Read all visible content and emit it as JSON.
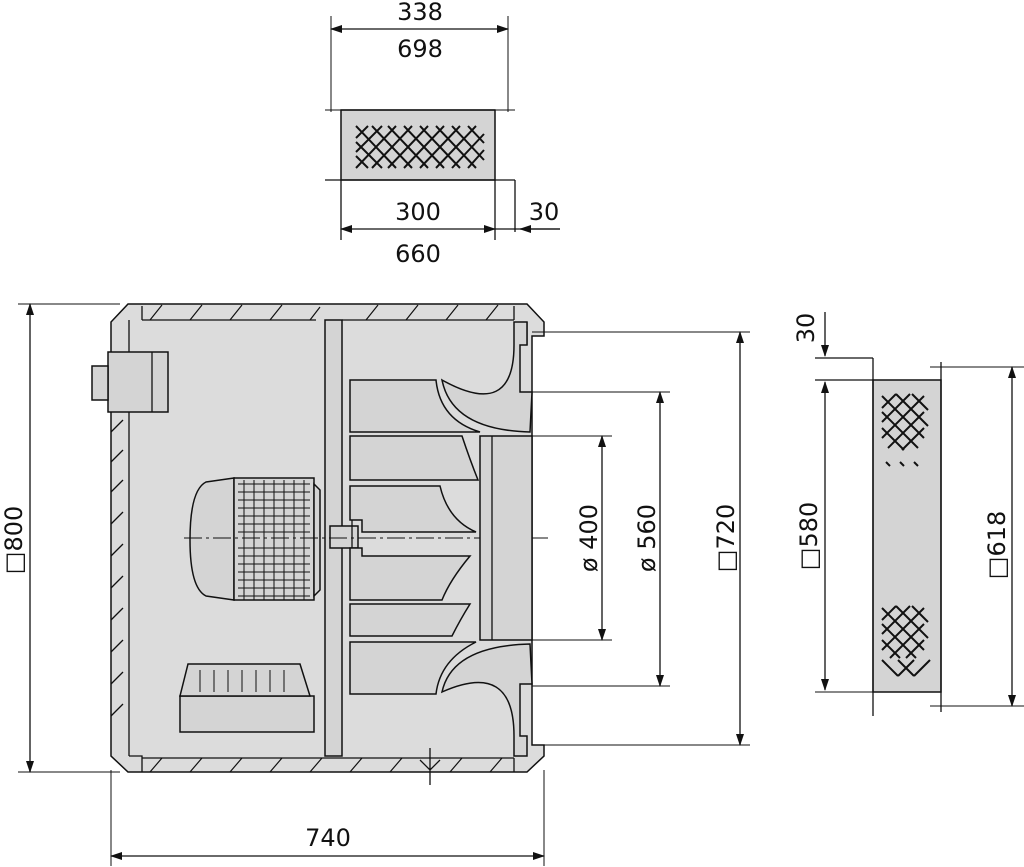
{
  "dimensions": {
    "top_width_inner": "338",
    "top_width_outer": "698",
    "top_depth_inner": "300",
    "top_flange": "30",
    "top_depth_outer": "660",
    "housing_height": "□800",
    "housing_width": "740",
    "inlet_diameter_inner": "ø 400",
    "inlet_diameter_outer": "ø 560",
    "outlet_square": "□720",
    "side_flange": "30",
    "side_inner_square": "□580",
    "side_outer_square": "□618"
  },
  "colors": {
    "housing_fill": "#dcdcdc",
    "line": "#111111"
  }
}
